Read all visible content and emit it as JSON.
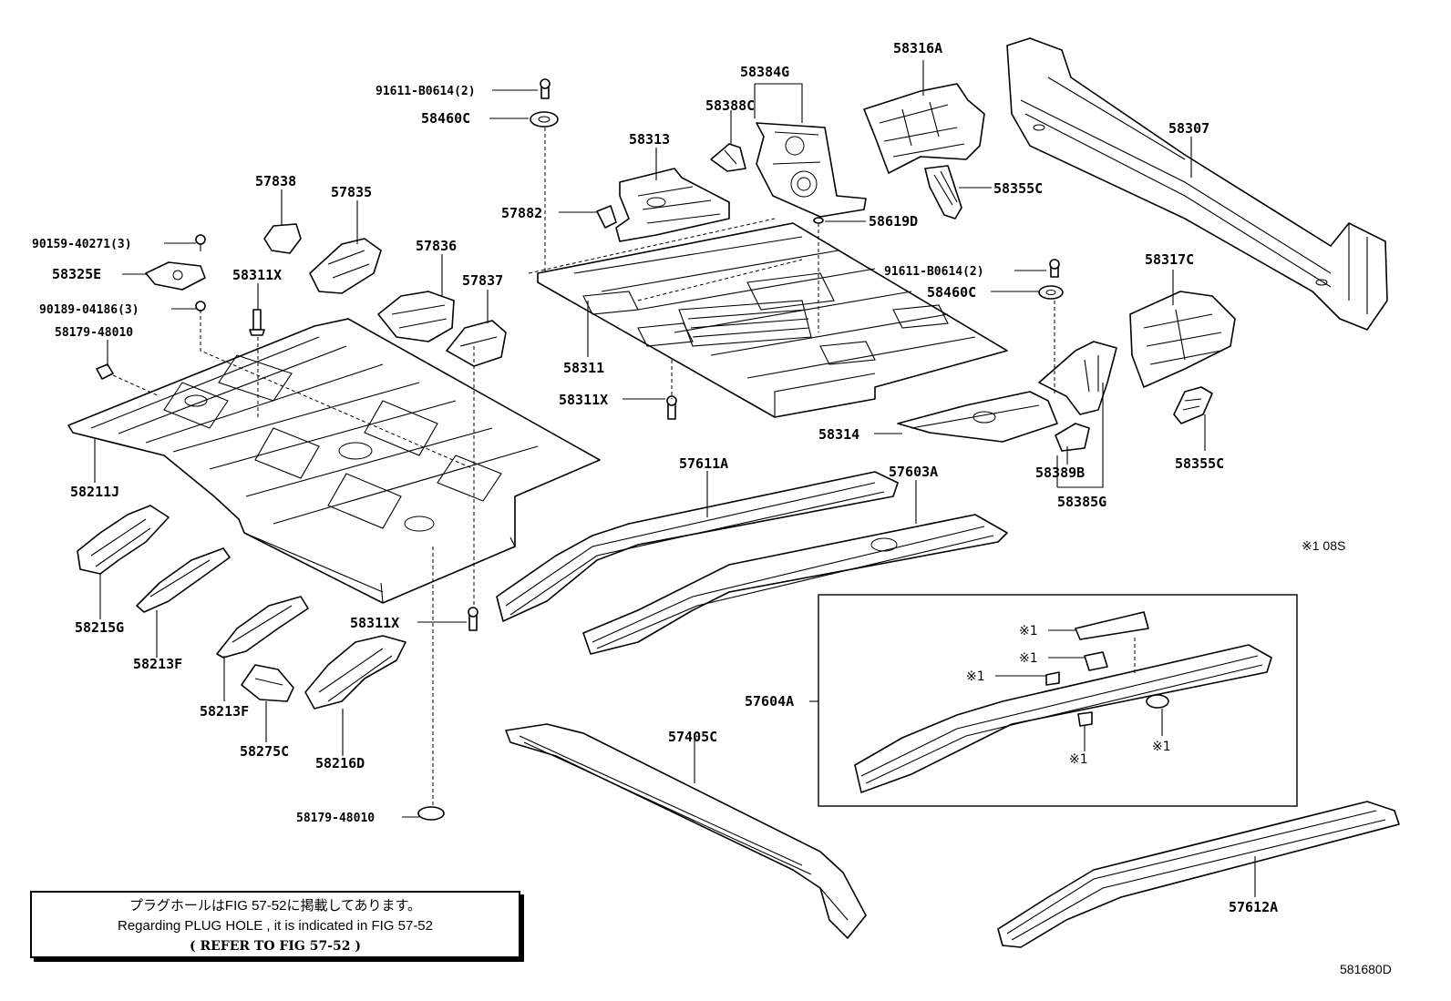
{
  "labels": {
    "p58316A": "58316A",
    "p58384G": "58384G",
    "p58388C": "58388C",
    "p91611_top": "91611-B0614(2)",
    "p58460C_top": "58460C",
    "p58313": "58313",
    "p58307": "58307",
    "p58355C_top": "58355C",
    "p57838": "57838",
    "p57835": "57835",
    "p57882": "57882",
    "p58619D": "58619D",
    "p90159": "90159-40271(3)",
    "p57836": "57836",
    "p58325E": "58325E",
    "p58311X_a": "58311X",
    "p91611_right": "91611-B0614(2)",
    "p58317C": "58317C",
    "p58460C_right": "58460C",
    "p57837": "57837",
    "p90189": "90189-04186(3)",
    "p58179_top": "58179-48010",
    "p58311": "58311",
    "p58311X_b": "58311X",
    "p58314": "58314",
    "p58389B": "58389B",
    "p58355C_right": "58355C",
    "p58211J": "58211J",
    "p57611A": "57611A",
    "p57603A": "57603A",
    "p58385G": "58385G",
    "p58215G": "58215G",
    "p58311X_c": "58311X",
    "p58213F_a": "58213F",
    "p58213F_b": "58213F",
    "p57604A": "57604A",
    "p57405C": "57405C",
    "p58275C": "58275C",
    "p58216D": "58216D",
    "p58179_bottom": "58179-48010",
    "p57612A": "57612A"
  },
  "inset": {
    "mark_1": "※1",
    "mark_2": "※1",
    "mark_3": "※1",
    "mark_4": "※1",
    "mark_5": "※1"
  },
  "footnote": "※1 08S",
  "note": {
    "line_jp": "プラグホールはFIG 57-52に掲載してあります。",
    "line_en": "Regarding PLUG HOLE , it is indicated in FIG 57-52",
    "line_ref": "( REFER TO FIG 57-52 )"
  },
  "figure_code": "581680D"
}
